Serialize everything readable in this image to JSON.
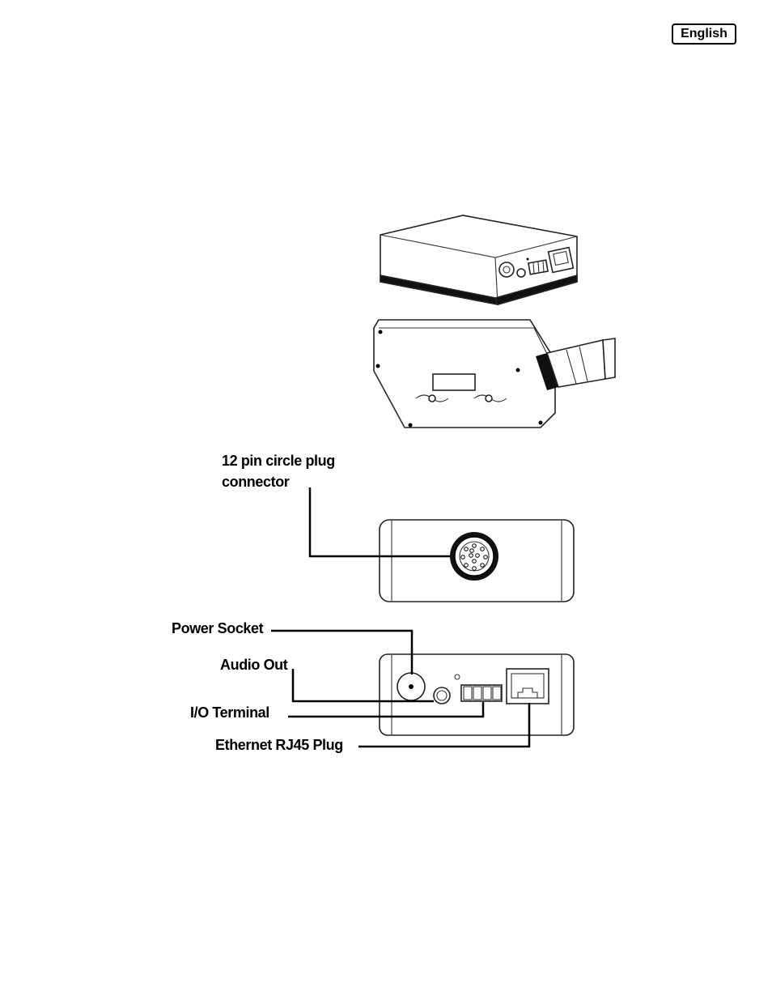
{
  "header": {
    "language": "English"
  },
  "callouts": {
    "connector_line1": "12 pin circle plug",
    "connector_line2": "connector",
    "power_socket": "Power Socket",
    "audio_out": "Audio Out",
    "io_terminal": "I/O Terminal",
    "ethernet": "Ethernet RJ45 Plug"
  }
}
